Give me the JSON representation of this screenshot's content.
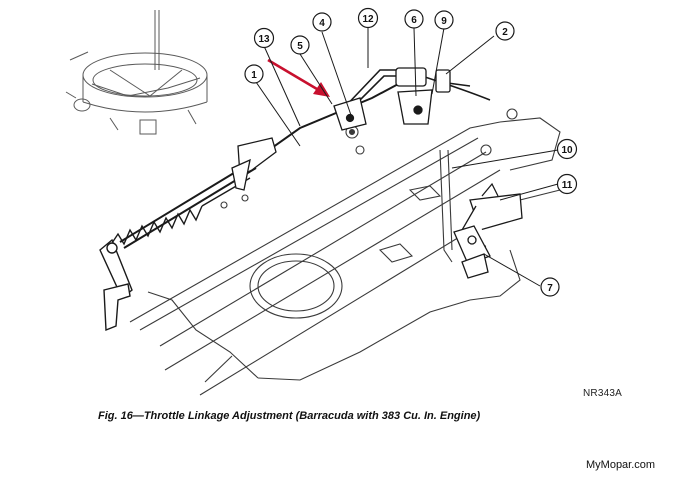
{
  "figure": {
    "callouts": [
      "1",
      "2",
      "4",
      "5",
      "6",
      "7",
      "9",
      "10",
      "11",
      "12",
      "13"
    ],
    "reference_code": "NR343A",
    "caption": "Fig. 16—Throttle Linkage Adjustment (Barracuda with 383 Cu. In. Engine)",
    "highlight_arrow_color": "#c8102e"
  },
  "watermark": "MyMopar.com"
}
